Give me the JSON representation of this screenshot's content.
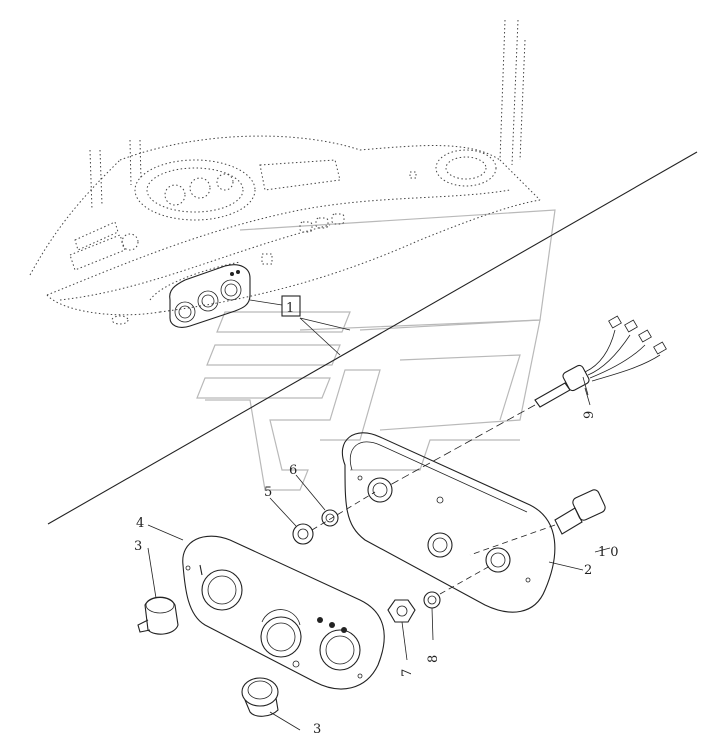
{
  "callouts": [
    {
      "id": "label-1",
      "text": "1"
    },
    {
      "id": "label-2",
      "text": "2"
    },
    {
      "id": "label-3a",
      "text": "3"
    },
    {
      "id": "label-3b",
      "text": "3"
    },
    {
      "id": "label-4",
      "text": "4"
    },
    {
      "id": "label-5",
      "text": "5"
    },
    {
      "id": "label-6",
      "text": "6"
    },
    {
      "id": "label-7",
      "text": "7"
    },
    {
      "id": "label-8",
      "text": "8"
    },
    {
      "id": "label-9",
      "text": "9"
    },
    {
      "id": "label-10",
      "text": "10"
    }
  ],
  "colors": {
    "line": "#222222",
    "watermark": "#b9b9b9",
    "background": "#ffffff"
  }
}
